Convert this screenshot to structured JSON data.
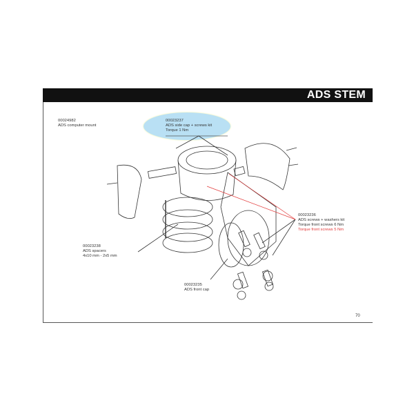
{
  "header": {
    "title": "ADS STEM"
  },
  "labels": {
    "computer_mount": {
      "code": "00024982",
      "name": "ADS computer mount"
    },
    "side_cap": {
      "code": "00023237",
      "name": "ADS side cap + screws kit",
      "torque": "Torque 1 Nm"
    },
    "screws": {
      "code": "00023236",
      "name": "ADS screws + washers kit",
      "torque": "Torque front screws 6 Nm",
      "torque_alt": "Torque front screws 5 Nm"
    },
    "spacers": {
      "code": "00023238",
      "name": "ADS spacers",
      "size": "4x10 mm - 2x5 mm"
    },
    "front_cap": {
      "code": "00023235",
      "name": "ADS front cap"
    }
  },
  "page_number": "70",
  "colors": {
    "highlight": "#b9e0f4",
    "red": "#e23a3a",
    "header": "#111111"
  }
}
